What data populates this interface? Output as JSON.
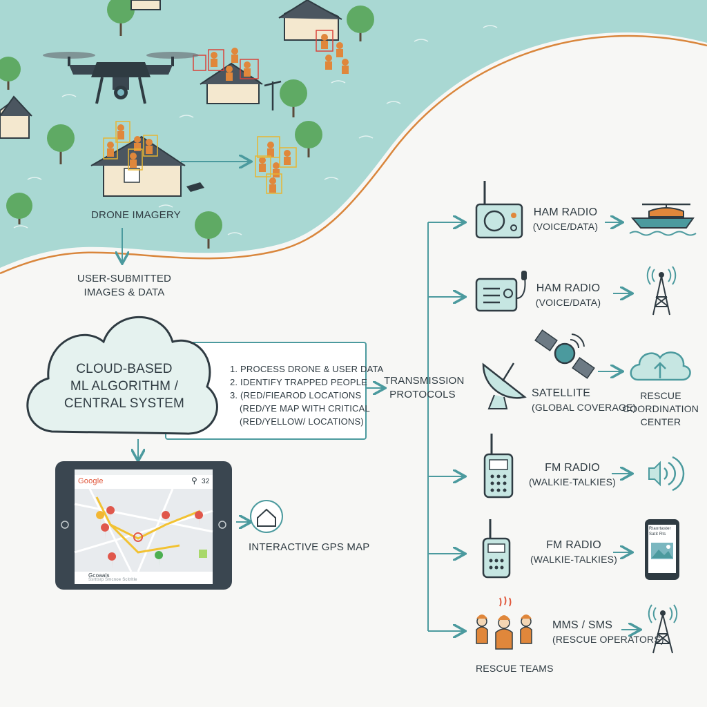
{
  "scene": {
    "drone_imagery_label": "DRONE IMAGERY",
    "user_submitted_label": [
      "USER-SUBMITTED",
      "IMAGES & DATA"
    ]
  },
  "central": {
    "title": [
      "CLOUD-BASED",
      "ML ALGORITHM /",
      "CENTRAL SYSTEM"
    ],
    "steps": [
      "1. PROCESS DRONE & USER DATA",
      "2. IDENTIFY TRAPPED PEOPLE",
      "3. (RED/FIEAROD LOCATIONS",
      "(RED/YE MAP WITH CRITICAL",
      "(RED/YELLOW/ LOCATIONS)"
    ]
  },
  "tablet": {
    "brand": "Google",
    "footer_brand": "Gcoaals",
    "footer_sub": "Ssrttsrp  Smcnoe Scitrltle",
    "corner": "32"
  },
  "gps_label": "INTERACTIVE GPS MAP",
  "transmission": [
    "TRANSMISSION",
    "PROTOCOLS"
  ],
  "channels": [
    {
      "title": "HAM RADIO",
      "sub": "(VOICE/DATA)",
      "icon": "radio-icon",
      "target": "boat-helicopter-icon"
    },
    {
      "title": "HAM RADIO",
      "sub": "(VOICE/DATA)",
      "icon": "radio-icon",
      "target": "radio-tower-icon"
    },
    {
      "title": "SATELLITE",
      "sub": "(GLOBAL COVERAGE)",
      "icon": "satellite-dish-icon",
      "target": "cloud-upload-icon"
    },
    {
      "title": "FM RADIO",
      "sub": "(WALKIE-TALKIES)",
      "icon": "walkie-talkie-icon",
      "target": "speaker-icon"
    },
    {
      "title": "FM RADIO",
      "sub": "(WALKIE-TALKIES)",
      "icon": "walkie-talkie-icon",
      "target": "smartphone-icon"
    },
    {
      "title": "MMS / SMS",
      "sub": "(RESCUE OPERATORS)",
      "icon": "rescue-team-icon",
      "target": "radio-tower-icon"
    }
  ],
  "rescue_center": [
    "RESCUE",
    "COORDINATION",
    "CENTER"
  ],
  "rescue_teams_label": "RESCUE TEAMS",
  "phone_text": [
    "Rtaortaster",
    "Satit Rts"
  ],
  "colors": {
    "water": "#a9d8d3",
    "teal": "#4b9a9e",
    "orange_border": "#d9863c",
    "dark": "#2f3b42",
    "icon_fill": "#c6e6e2"
  }
}
